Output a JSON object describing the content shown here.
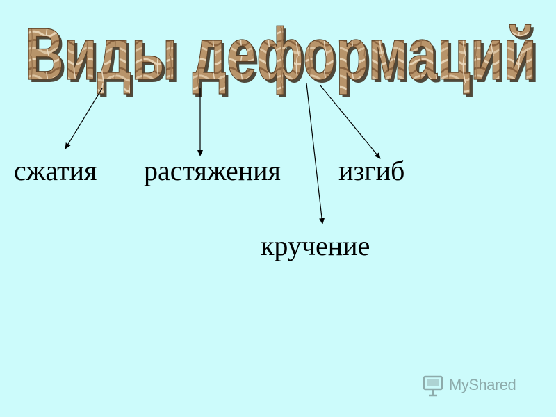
{
  "title": "Виды деформаций",
  "terms": {
    "compression": "сжатия",
    "tension": "растяжения",
    "bending": "изгиб",
    "torsion": "кручение"
  },
  "watermark": {
    "text": "MyShared"
  },
  "colors": {
    "background": "#ccfbfb",
    "title_fill_light": "#d9c2a0",
    "title_fill_dark": "#7a5a3a",
    "title_shadow": "#3a2a1a",
    "arrow": "#000000"
  }
}
